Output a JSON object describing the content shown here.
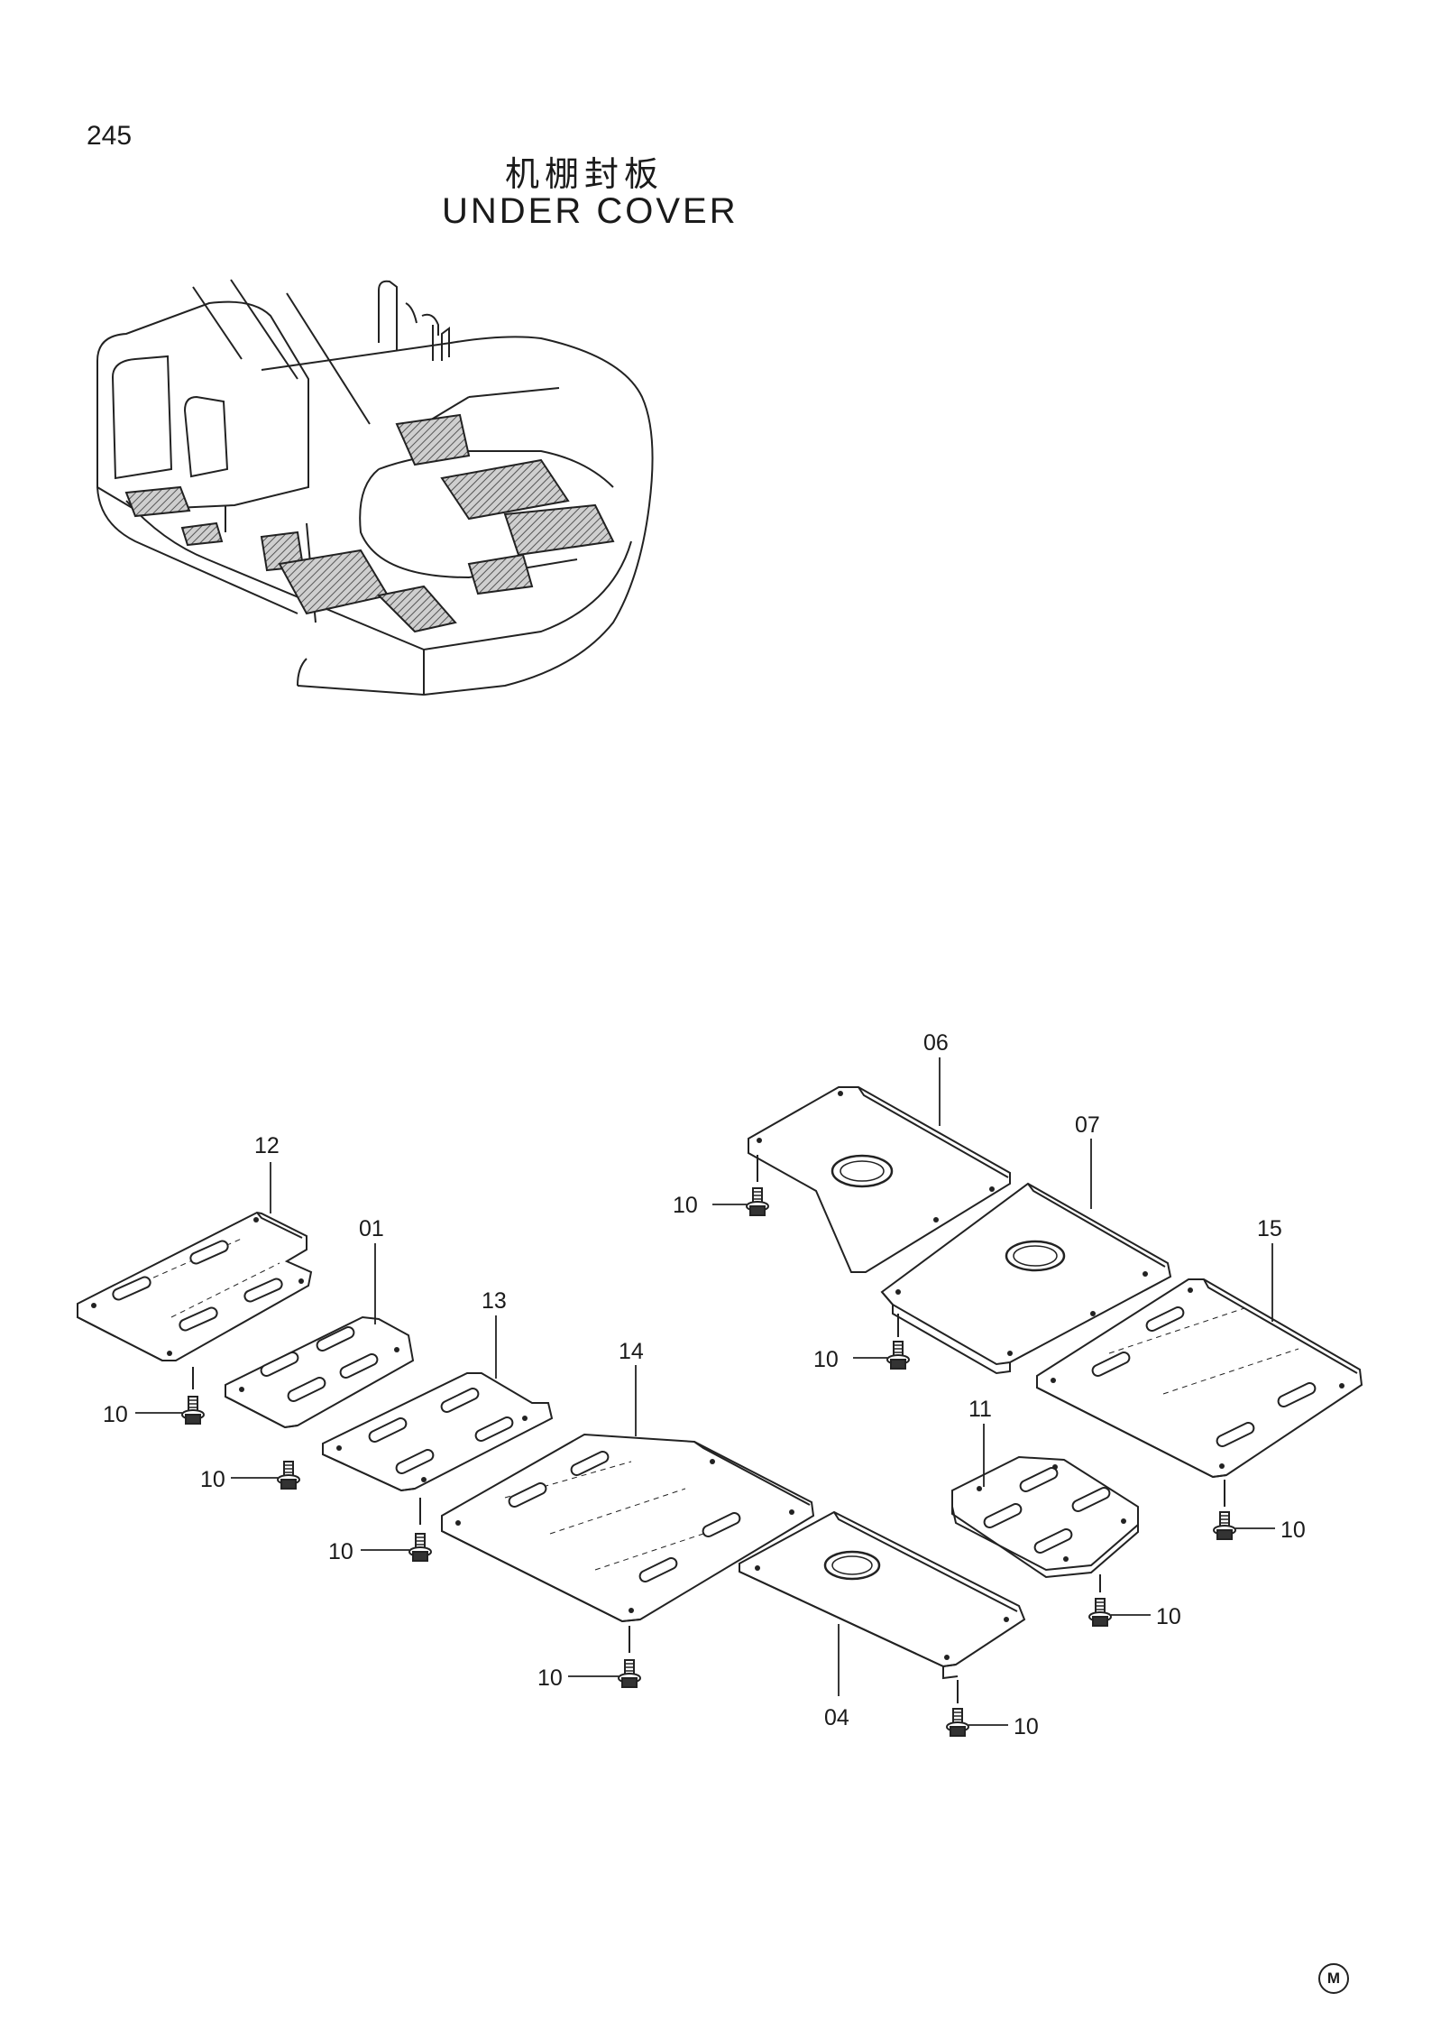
{
  "page": {
    "number": "245",
    "title_cn": "机棚封板",
    "title_en": "UNDER COVER",
    "footer_mark": "M"
  },
  "callouts": [
    {
      "id": "12",
      "text": "12"
    },
    {
      "id": "01",
      "text": "01"
    },
    {
      "id": "13",
      "text": "13"
    },
    {
      "id": "14",
      "text": "14"
    },
    {
      "id": "06",
      "text": "06"
    },
    {
      "id": "07",
      "text": "07"
    },
    {
      "id": "15",
      "text": "15"
    },
    {
      "id": "11",
      "text": "11"
    },
    {
      "id": "04",
      "text": "04"
    }
  ],
  "bolt_label": "10"
}
